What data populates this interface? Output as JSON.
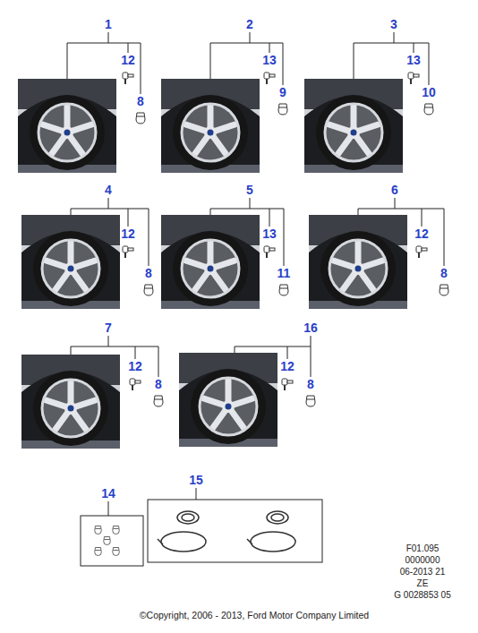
{
  "diagram": {
    "labels": [
      "1",
      "12",
      "8",
      "2",
      "13",
      "9",
      "3",
      "13",
      "10",
      "4",
      "12",
      "8",
      "5",
      "13",
      "11",
      "6",
      "12",
      "8",
      "7",
      "12",
      "8",
      "16",
      "12",
      "8",
      "14",
      "15",
      "F01.095",
      "0000000",
      "06-2013 21",
      "ZE",
      "G 0028853 05",
      "©Copyright, 2006 - 2013, Ford Motor Company Limited"
    ]
  }
}
